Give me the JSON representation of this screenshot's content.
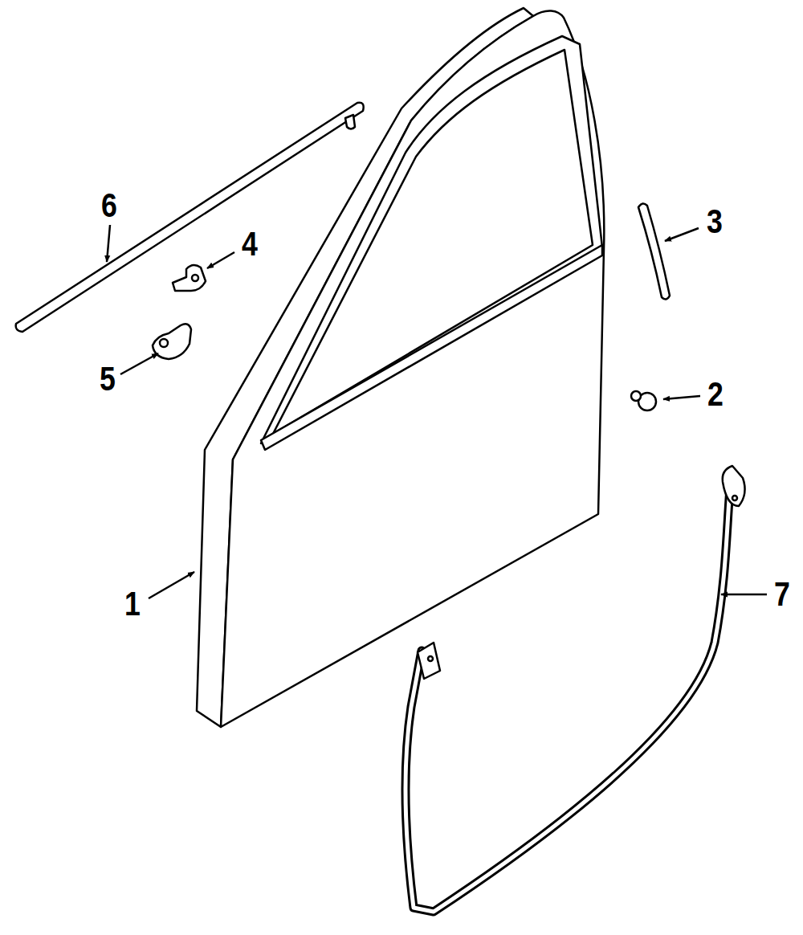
{
  "diagram": {
    "labels": [
      "6",
      "4",
      "3",
      "5",
      "2",
      "1",
      "7"
    ]
  }
}
